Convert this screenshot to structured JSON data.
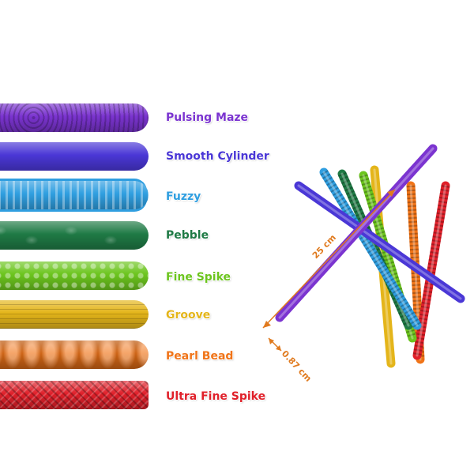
{
  "colors": {
    "purple": "#7b34d0",
    "blue": "#4a37d6",
    "sky": "#2f9ee0",
    "green": "#1f7a45",
    "lime": "#6cc51e",
    "yellow": "#e4b51a",
    "orange": "#f07418",
    "red": "#e0202a",
    "dimension": "#e07a1e"
  },
  "products": [
    {
      "label": "Pulsing Maze",
      "color": "#7b34d0",
      "texture": "maze"
    },
    {
      "label": "Smooth Cylinder",
      "color": "#4a37d6",
      "texture": "smooth"
    },
    {
      "label": "Fuzzy",
      "color": "#2f9ee0",
      "texture": "bristle"
    },
    {
      "label": "Pebble",
      "color": "#1f7a45",
      "texture": "pebble"
    },
    {
      "label": "Fine Spike",
      "color": "#6cc51e",
      "texture": "bumps"
    },
    {
      "label": "Groove",
      "color": "#e4b51a",
      "texture": "groove"
    },
    {
      "label": "Pearl Bead",
      "color": "#f07418",
      "texture": "beads"
    },
    {
      "label": "Ultra Fine Spike",
      "color": "#e0202a",
      "texture": "spikes"
    }
  ],
  "dimensions": {
    "length": "25 cm",
    "diameter": "0.87 cm"
  }
}
